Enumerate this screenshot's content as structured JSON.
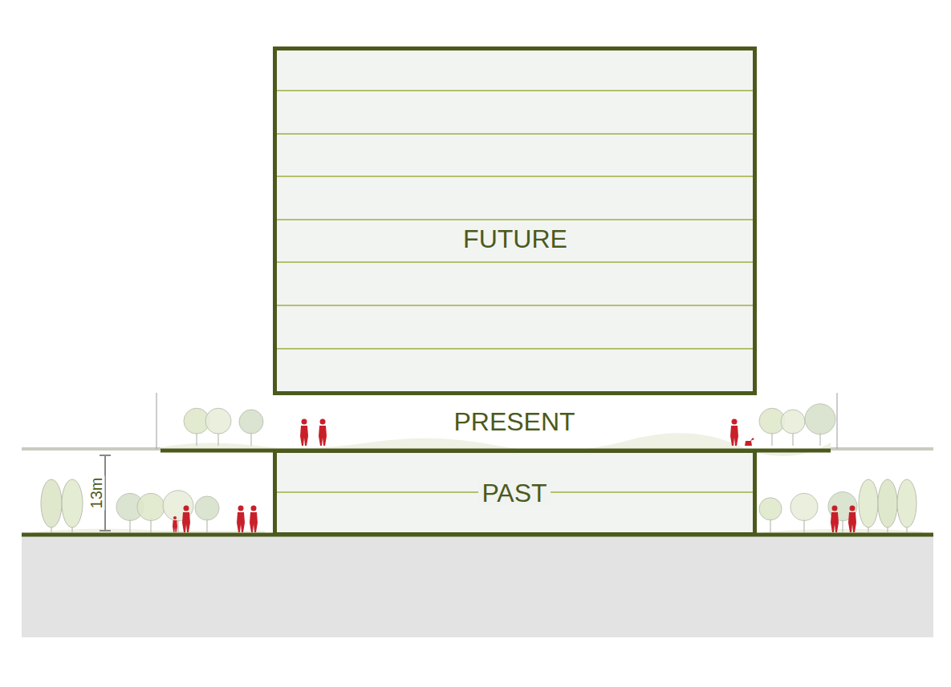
{
  "diagram": {
    "nodes": [
      {
        "text": [
          "FUTURE"
        ]
      },
      {
        "text": [
          "PAST"
        ]
      }
    ],
    "labels": [
      "PRESENT",
      "13m"
    ]
  }
}
